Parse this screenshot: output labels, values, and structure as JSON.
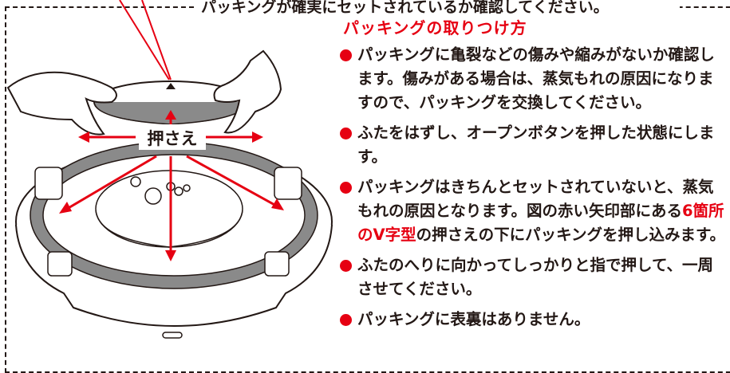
{
  "top_note": "パッキングが確実にセットされているか確認してください。",
  "illustration": {
    "press_label": "押さえ",
    "colors": {
      "accent": "#e60012",
      "outline": "#231815",
      "gasket": "#8a8a8a"
    }
  },
  "section": {
    "title": "パッキングの取りつけ方",
    "items": [
      {
        "text": "パッキングに亀裂などの傷みや縮みがないか確認します。傷みがある場合は、蒸気もれの原因になりますので、パッキングを交換してください。"
      },
      {
        "text": "ふたをはずし、オープンボタンを押した状態にします。"
      },
      {
        "text_before": "パッキングはきちんとセットされていないと、蒸気もれの原因となります。図の赤い矢印部にある",
        "highlight": "6箇所のV字型",
        "text_after": "の押さえの下にパッキングを押し込みます。"
      },
      {
        "text": "ふたのへりに向かってしっかりと指で押して、一周させてください。"
      },
      {
        "text": "パッキングに表裏はありません。"
      }
    ]
  }
}
